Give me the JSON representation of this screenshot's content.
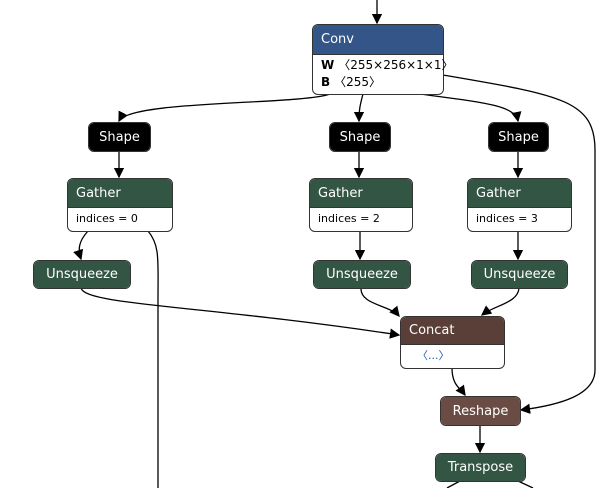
{
  "nodes": {
    "conv": {
      "title": "Conv",
      "attrs": [
        {
          "name": "W",
          "value": "〈255×256×1×1〉"
        },
        {
          "name": "B",
          "value": "〈255〉"
        }
      ]
    },
    "shape1": {
      "title": "Shape"
    },
    "shape2": {
      "title": "Shape"
    },
    "shape3": {
      "title": "Shape"
    },
    "gather1": {
      "title": "Gather",
      "attr": "indices = 0"
    },
    "gather2": {
      "title": "Gather",
      "attr": "indices = 2"
    },
    "gather3": {
      "title": "Gather",
      "attr": "indices = 3"
    },
    "unsq1": {
      "title": "Unsqueeze"
    },
    "unsq2": {
      "title": "Unsqueeze"
    },
    "unsq3": {
      "title": "Unsqueeze"
    },
    "concat": {
      "title": "Concat",
      "attr": "〈...〉"
    },
    "reshape": {
      "title": "Reshape"
    },
    "transpose": {
      "title": "Transpose"
    }
  },
  "colors": {
    "conv": "#335588",
    "shape": "#000000",
    "gather": "#335544",
    "concat": "#5a3f38",
    "reshape": "#6b4c44"
  }
}
